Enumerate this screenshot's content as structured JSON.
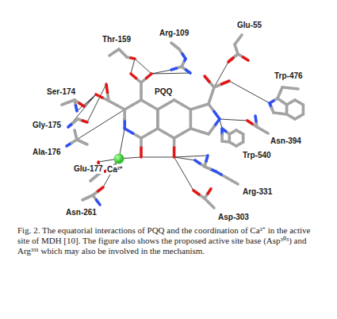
{
  "diagram": {
    "caption": "Fig. 2. The equatorial interactions of PQQ and the coordination of Ca²⁺ in the active site of MDH [10]. The figure also shows the proposed active site base (Asp³⁰³) and Arg³³¹ which may also be involved in the mechanism.",
    "labels": [
      "Thr-159",
      "Arg-109",
      "Glu-55",
      "Ser-174",
      "PQQ",
      "Trp-476",
      "Gly-175",
      "Ala-176",
      "Glu-177",
      "Asn-394",
      "Trp-540",
      "Ca²⁺",
      "Arg-331",
      "Asn-261",
      "Asp-303"
    ]
  }
}
